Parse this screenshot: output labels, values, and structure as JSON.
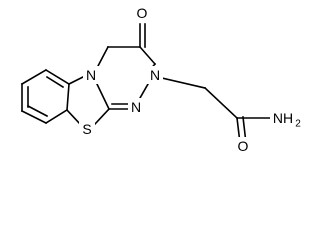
{
  "structure": {
    "atoms": {
      "oxygen_ketone": "O",
      "n_ring_fused": "N",
      "n_ring_right": "N",
      "n_ring_lower": "N",
      "sulfur": "S",
      "oxygen_amide": "O",
      "nh2": "NH",
      "nh2_sub": "2"
    }
  },
  "colors": {
    "bond": "#000000",
    "label": "#000000",
    "background": "#ffffff"
  }
}
